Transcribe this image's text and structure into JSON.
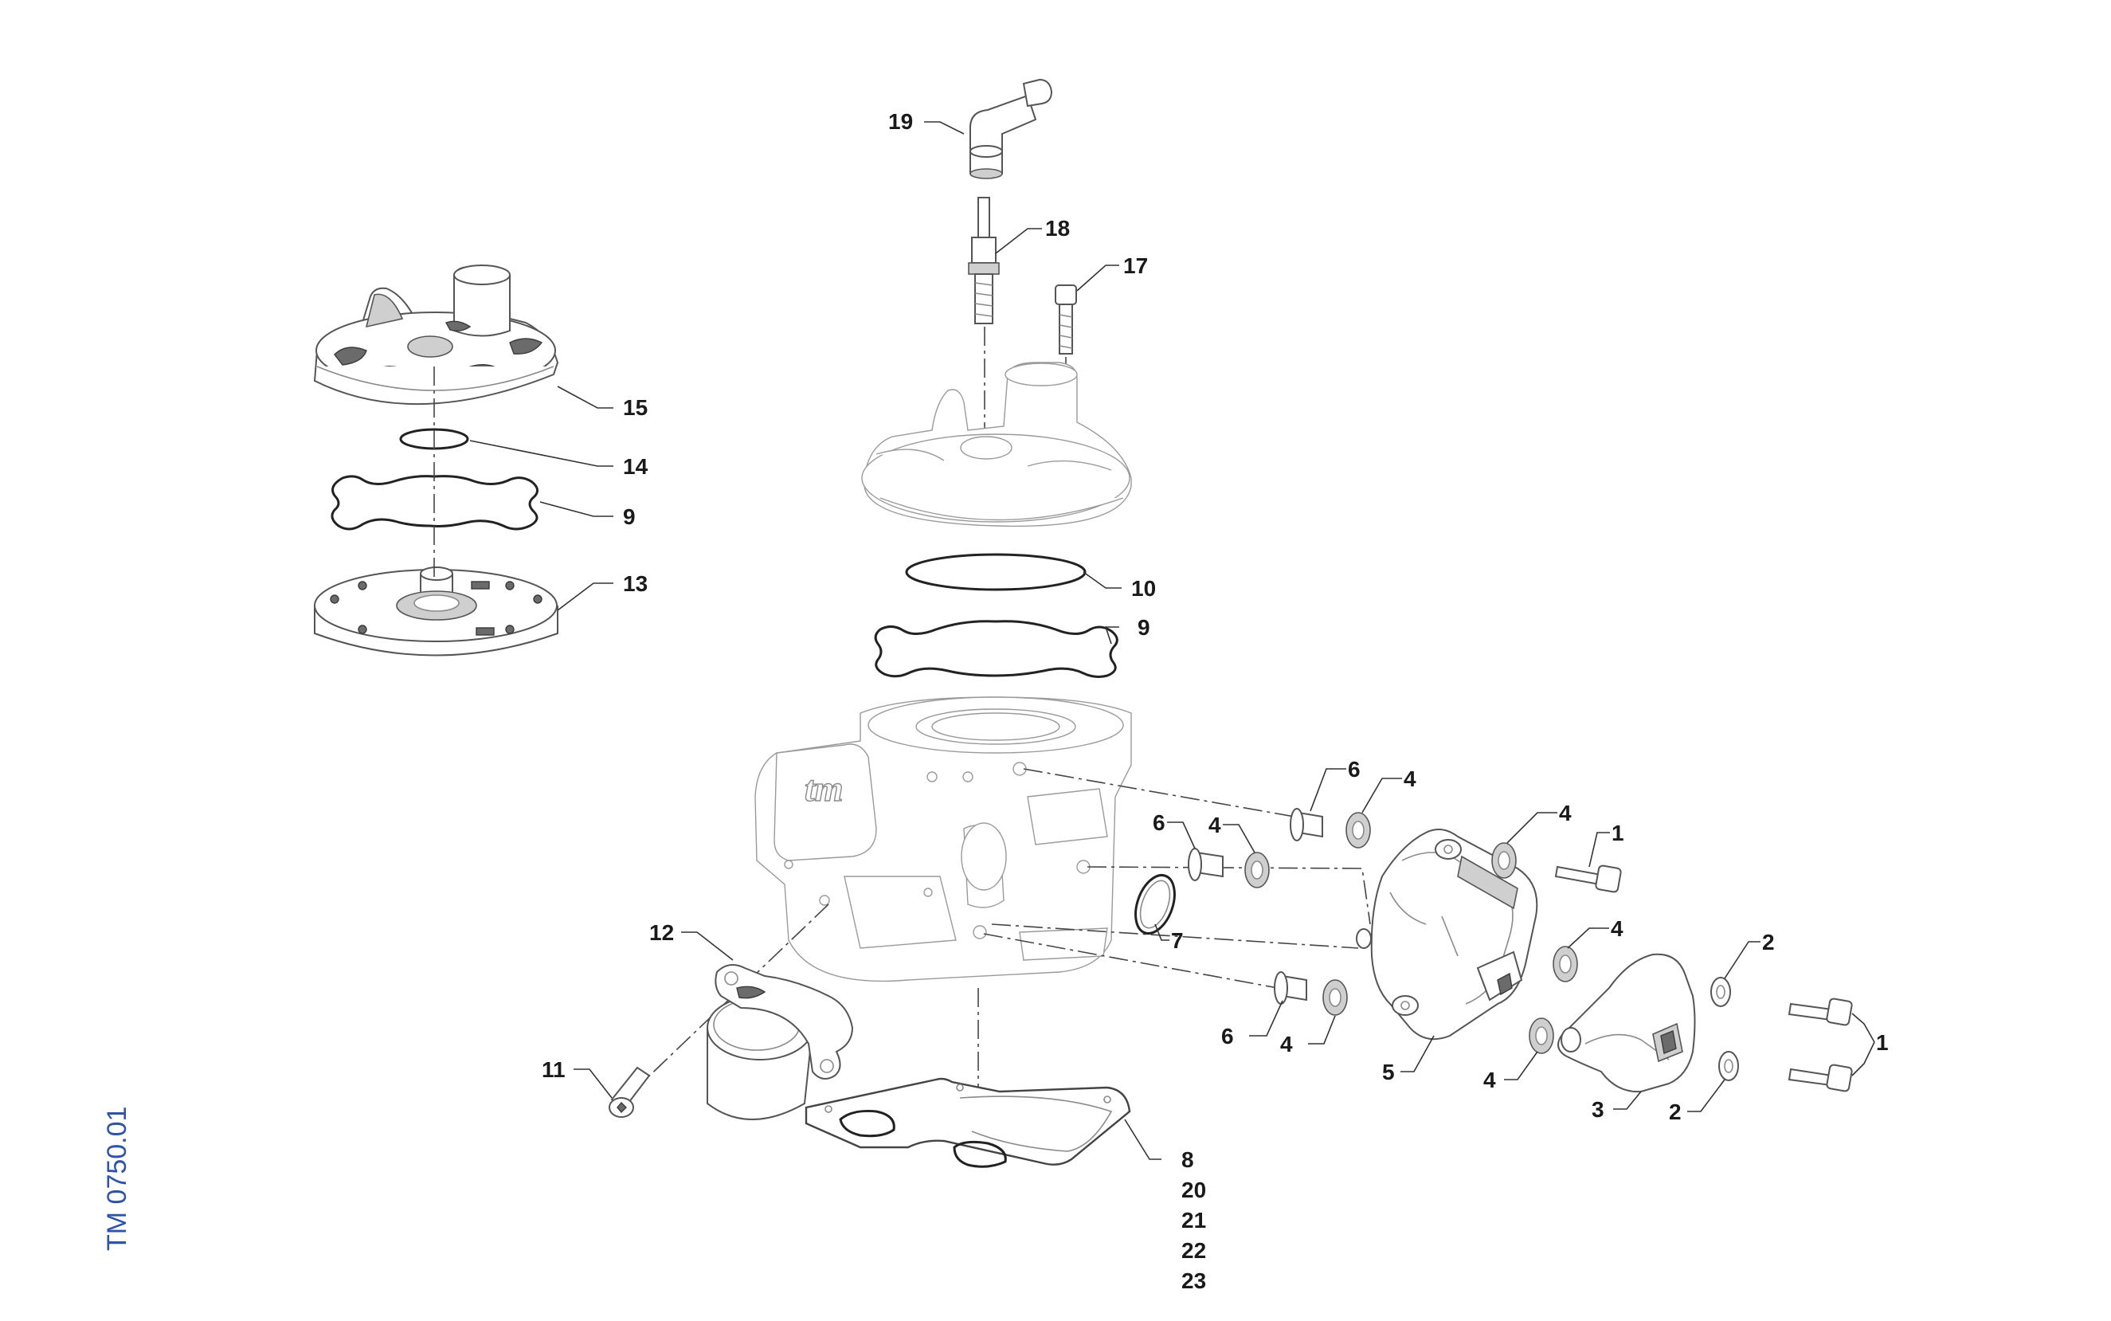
{
  "drawing_code": "TM 0750.01",
  "callouts": {
    "c1a": "1",
    "c1b": "1",
    "c2a": "2",
    "c2b": "2",
    "c3": "3",
    "c4a": "4",
    "c4b": "4",
    "c4c": "4",
    "c4d": "4",
    "c4e": "4",
    "c4f": "4",
    "c5": "5",
    "c6a": "6",
    "c6b": "6",
    "c6c": "6",
    "c7": "7",
    "c8": "8",
    "c9a": "9",
    "c9b": "9",
    "c10": "10",
    "c11": "11",
    "c12": "12",
    "c13": "13",
    "c14": "14",
    "c15": "15",
    "c17": "17",
    "c18": "18",
    "c19": "19",
    "c20": "20",
    "c21": "21",
    "c22": "22",
    "c23": "23"
  },
  "logo_text": "tm"
}
